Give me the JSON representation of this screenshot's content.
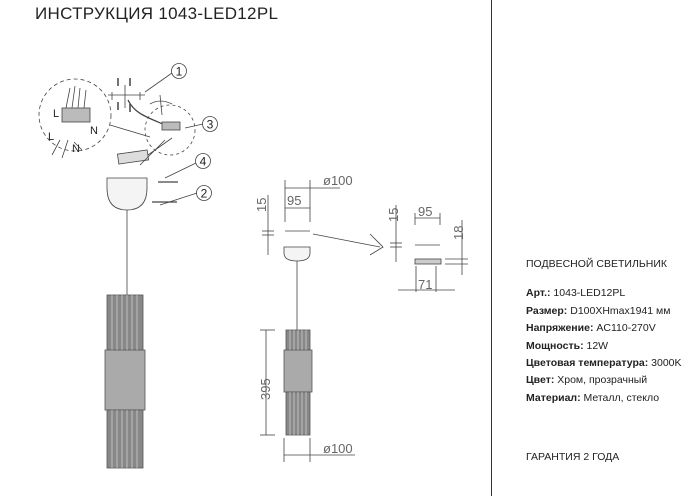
{
  "title": "ИНСТРУКЦИЯ 1043-LED12PL",
  "specs": {
    "heading": "ПОДВЕСНОЙ СВЕТИЛЬНИК",
    "rows": [
      {
        "label": "Арт.:",
        "value": "1043-LED12PL"
      },
      {
        "label": "Размер:",
        "value": "D100XHmax1941 мм"
      },
      {
        "label": "Напряжение:",
        "value": "AC110-270V"
      },
      {
        "label": "Мощность:",
        "value": "12W"
      },
      {
        "label": "Цветовая температура:",
        "value": "3000K"
      },
      {
        "label": "Цвет:",
        "value": "Хром, прозрачный"
      },
      {
        "label": "Материал:",
        "value": "Металл, стекло"
      }
    ],
    "warranty": "ГАРАНТИЯ 2 ГОДА"
  },
  "assembly": {
    "callouts": [
      "1",
      "2",
      "3",
      "4"
    ],
    "wire_labels": {
      "live": "L",
      "neutral": "N"
    }
  },
  "dimensions": {
    "canopy_diameter": "ø100",
    "canopy_inner": "95",
    "canopy_gap": "15",
    "bracket_width": "95",
    "bracket_gap": "15",
    "bracket_height": "18",
    "bracket_hole_spacing": "71",
    "shade_height": "395",
    "shade_diameter": "ø100"
  }
}
